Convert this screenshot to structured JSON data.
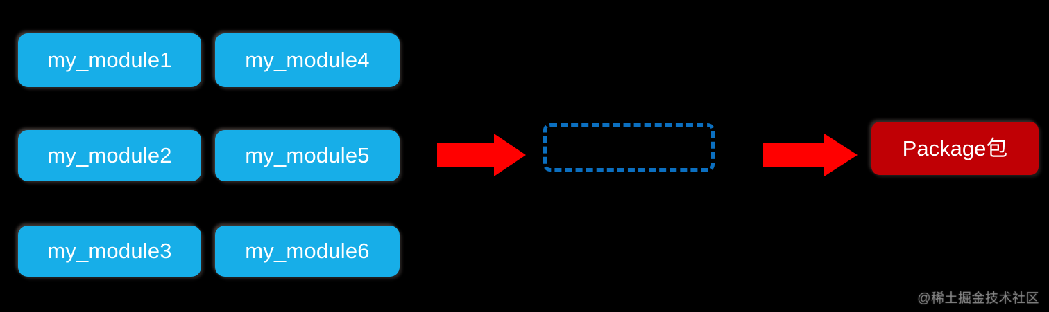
{
  "diagram": {
    "background_color": "#000000",
    "modules": [
      {
        "label": "my_module1",
        "column": "left",
        "row": 1,
        "color": "#17AEE8"
      },
      {
        "label": "my_module2",
        "column": "left",
        "row": 2,
        "color": "#17AEE8"
      },
      {
        "label": "my_module3",
        "column": "left",
        "row": 3,
        "color": "#17AEE8"
      },
      {
        "label": "my_module4",
        "column": "right",
        "row": 1,
        "color": "#17AEE8"
      },
      {
        "label": "my_module5",
        "column": "right",
        "row": 2,
        "color": "#17AEE8"
      },
      {
        "label": "my_module6",
        "column": "right",
        "row": 3,
        "color": "#17AEE8"
      }
    ],
    "arrows": [
      {
        "name": "arrow-modules-to-placeholder",
        "direction": "right",
        "color": "#FF0000"
      },
      {
        "name": "arrow-placeholder-to-package",
        "direction": "right",
        "color": "#FF0000"
      }
    ],
    "placeholder_box": {
      "label": "",
      "border_style": "dashed",
      "border_color": "#0B6FC0"
    },
    "package_box": {
      "label": "Package包",
      "fill_color": "#C00005",
      "text_color": "#FFFFFF"
    },
    "watermark": {
      "text": "@稀土掘金技术社区"
    }
  }
}
